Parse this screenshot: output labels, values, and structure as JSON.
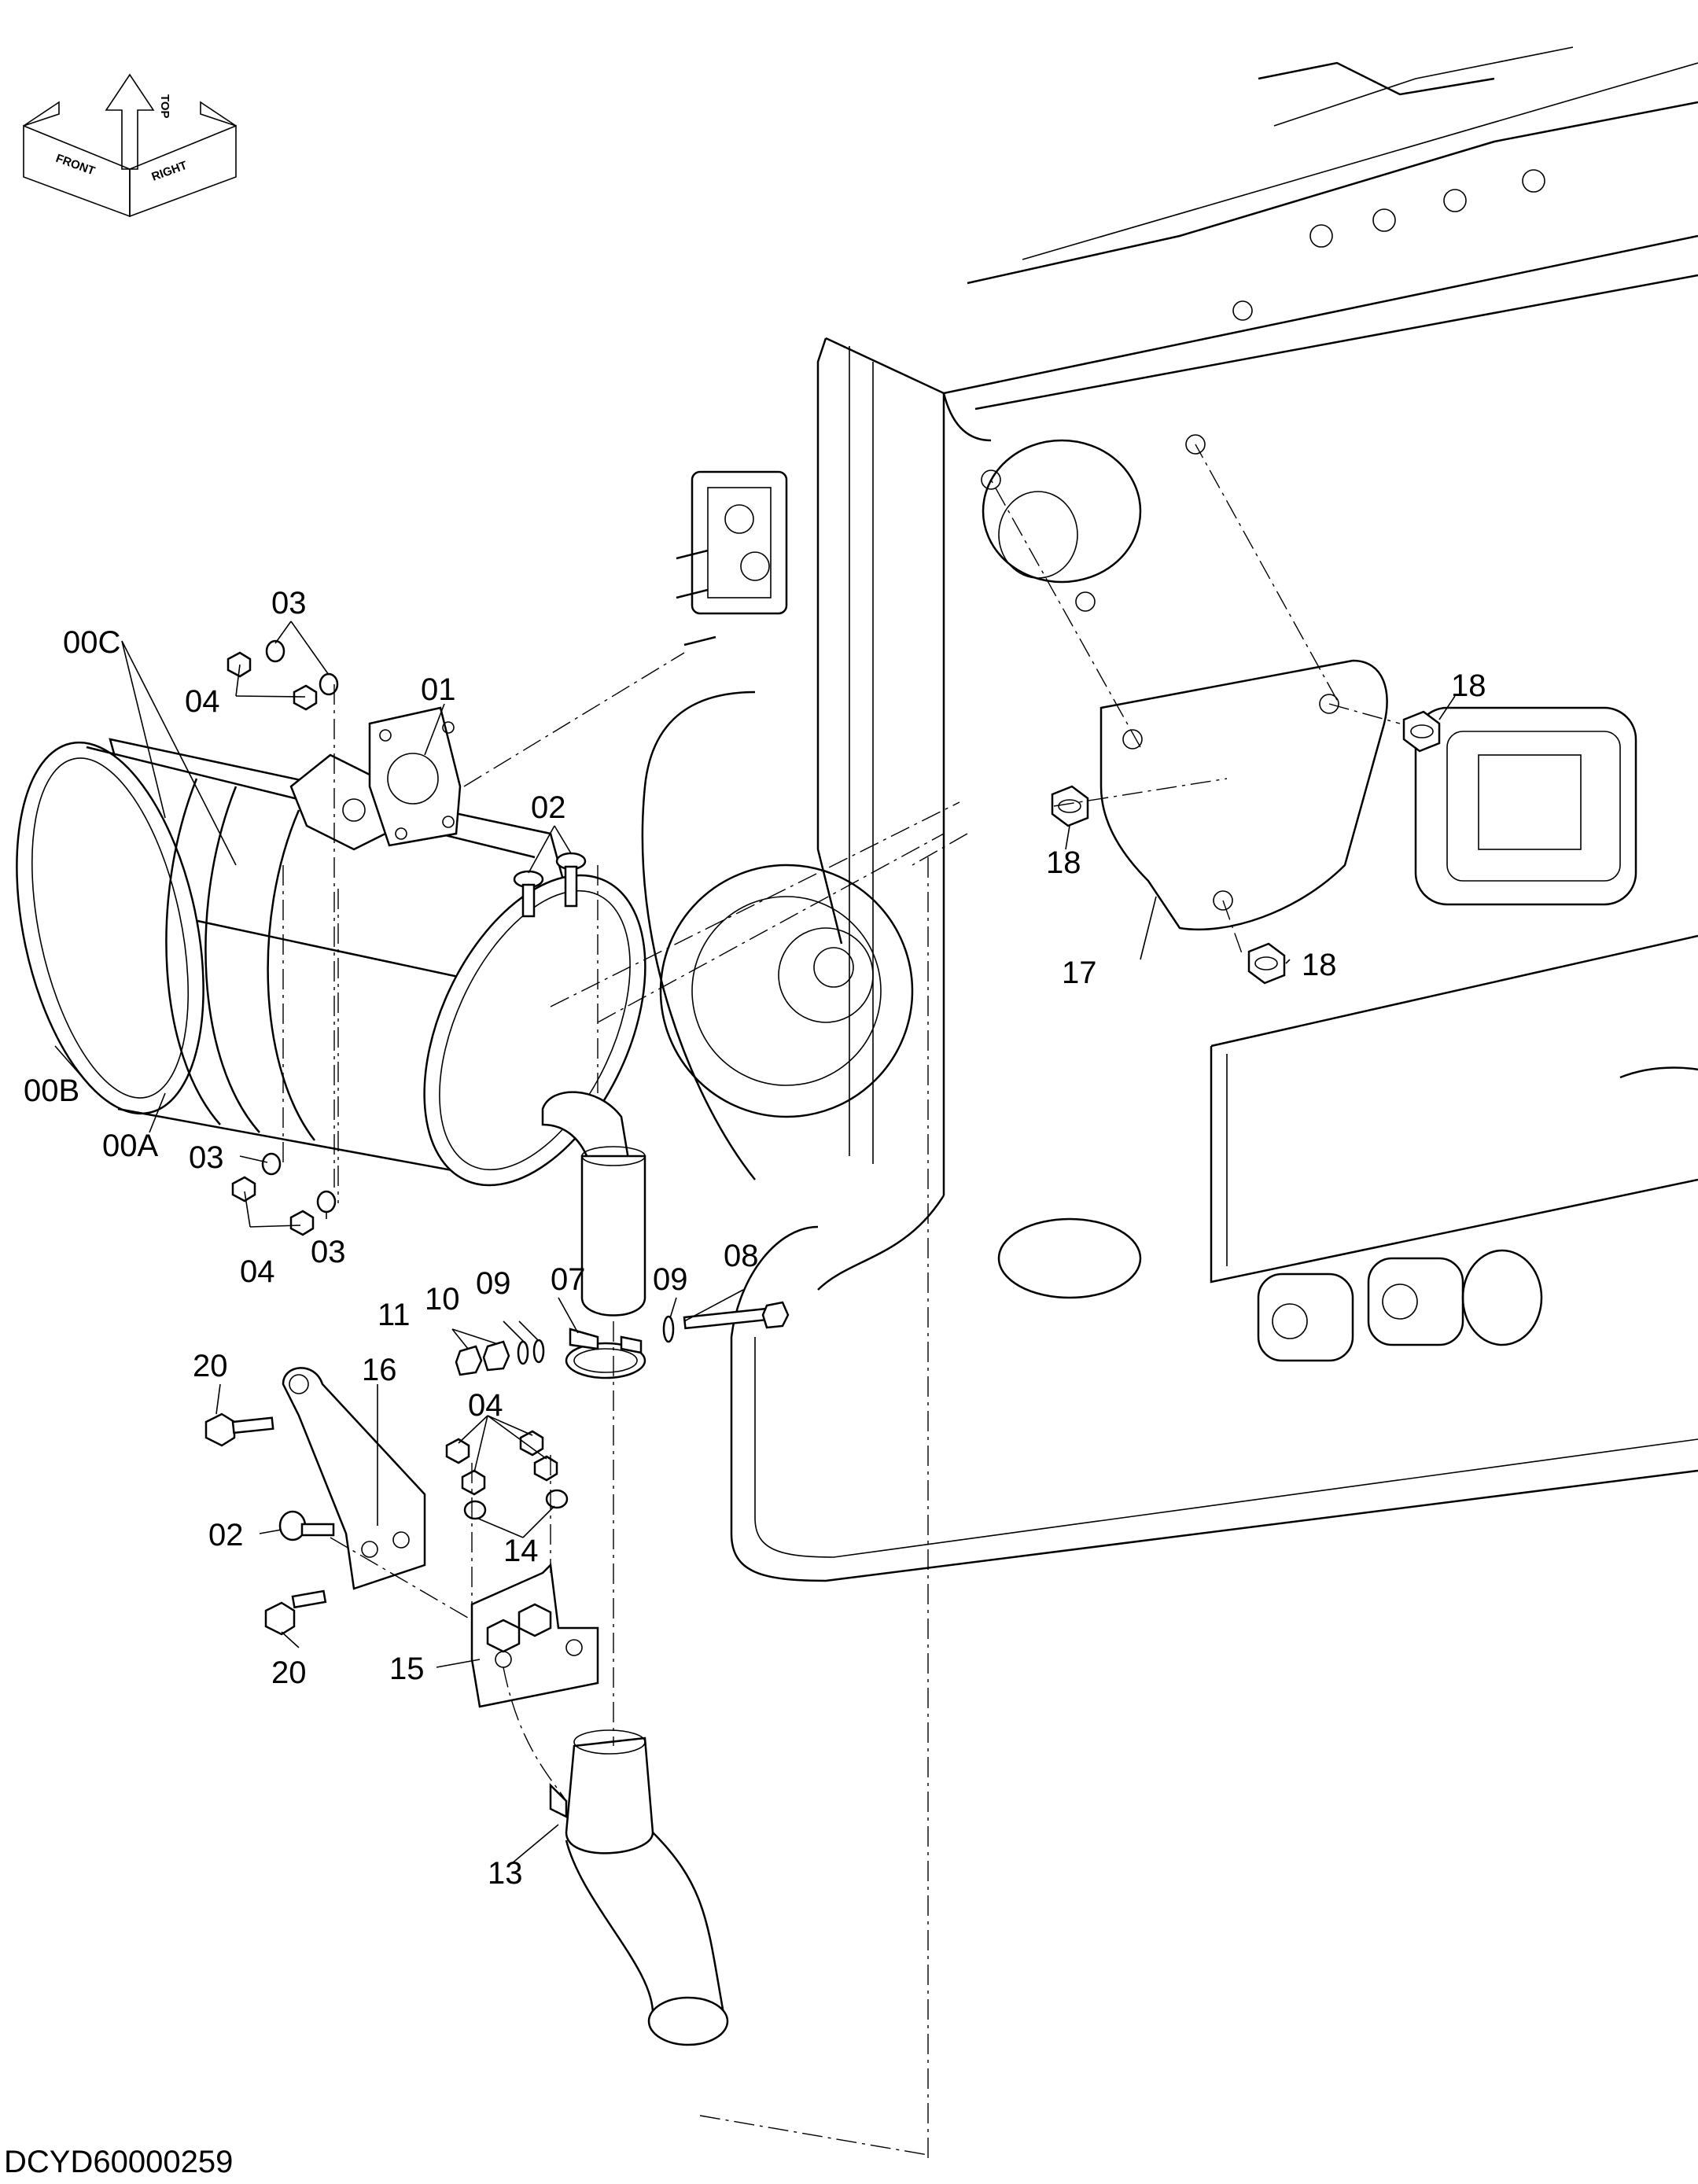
{
  "diagram": {
    "reference_code": "DCYD60000259",
    "orientation_labels": {
      "top": "TOP",
      "front": "FRONT",
      "right": "RIGHT"
    },
    "callouts": [
      {
        "id": "c-00C",
        "label": "00C"
      },
      {
        "id": "c-00B",
        "label": "00B"
      },
      {
        "id": "c-00A",
        "label": "00A"
      },
      {
        "id": "c-01",
        "label": "01"
      },
      {
        "id": "c-02a",
        "label": "02"
      },
      {
        "id": "c-02b",
        "label": "02"
      },
      {
        "id": "c-03a",
        "label": "03"
      },
      {
        "id": "c-03b",
        "label": "03"
      },
      {
        "id": "c-03c",
        "label": "03"
      },
      {
        "id": "c-04a",
        "label": "04"
      },
      {
        "id": "c-04b",
        "label": "04"
      },
      {
        "id": "c-04c",
        "label": "04"
      },
      {
        "id": "c-07",
        "label": "07"
      },
      {
        "id": "c-08",
        "label": "08"
      },
      {
        "id": "c-09a",
        "label": "09"
      },
      {
        "id": "c-09b",
        "label": "09"
      },
      {
        "id": "c-10",
        "label": "10"
      },
      {
        "id": "c-11",
        "label": "11"
      },
      {
        "id": "c-13",
        "label": "13"
      },
      {
        "id": "c-14",
        "label": "14"
      },
      {
        "id": "c-15",
        "label": "15"
      },
      {
        "id": "c-16",
        "label": "16"
      },
      {
        "id": "c-17",
        "label": "17"
      },
      {
        "id": "c-18a",
        "label": "18"
      },
      {
        "id": "c-18b",
        "label": "18"
      },
      {
        "id": "c-18c",
        "label": "18"
      },
      {
        "id": "c-20a",
        "label": "20"
      },
      {
        "id": "c-20b",
        "label": "20"
      }
    ]
  }
}
